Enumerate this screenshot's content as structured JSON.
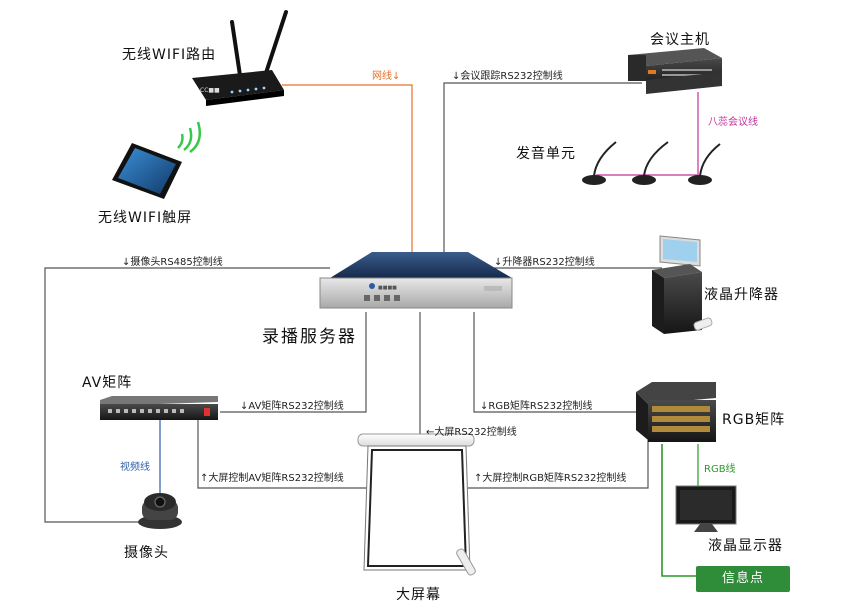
{
  "devices": {
    "router": "无线WIFI路由",
    "touchscreen": "无线WIFI触屏",
    "conf_host": "会议主机",
    "mic_unit": "发音单元",
    "lcd_lift": "液晶升降器",
    "server": "录播服务器",
    "av_matrix": "AV矩阵",
    "rgb_matrix": "RGB矩阵",
    "camera": "摄像头",
    "screen": "大屏幕",
    "lcd_display": "液晶显示器",
    "info_point": "信息点"
  },
  "device_marks": {
    "router_brand": "CC■■",
    "server_badge": "■■■■"
  },
  "lines": {
    "network": "网线↓",
    "conf_track": "↓会议跟踪RS232控制线",
    "eight_core": "八蕊会议线",
    "cam_rs485": "↓摄像头RS485控制线",
    "lift_rs232": "↓升降器RS232控制线",
    "av_rs232": "↓AV矩阵RS232控制线",
    "rgb_rs232": "↓RGB矩阵RS232控制线",
    "screen_rs232": "←大屏RS232控制线",
    "video": "视频线",
    "screen_av": "↑大屏控制AV矩阵RS232控制线",
    "screen_rgb": "↑大屏控制RGB矩阵RS232控制线",
    "rgb_line": "RGB线"
  },
  "colors": {
    "cable": "#555555",
    "network": "#e8702a",
    "eight_core": "#c2339a",
    "video": "#2d5fae",
    "rgb": "#2a9a2a",
    "info_box": "#2f8d3a"
  }
}
